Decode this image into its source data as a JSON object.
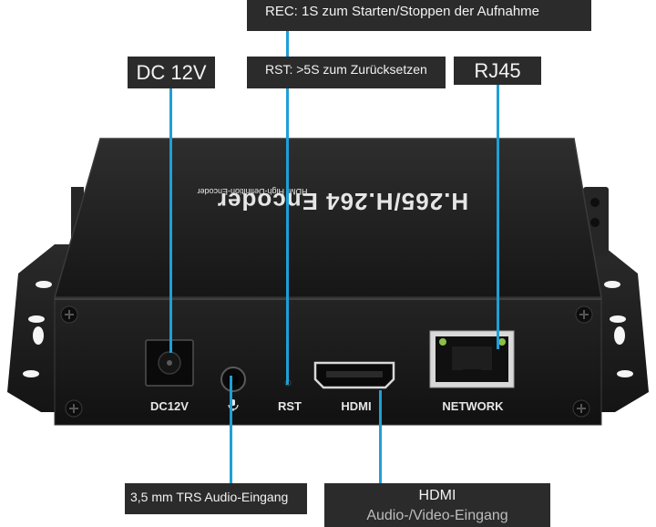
{
  "callouts": {
    "rec": "REC: 1S zum Starten/Stoppen der Aufnahme",
    "rst": "RST: >5S zum Zurücksetzen",
    "dc": "DC 12V",
    "rj45": "RJ45",
    "audio": "3,5 mm TRS Audio-Eingang",
    "hdmi_title": "HDMI",
    "hdmi_sub": "Audio-/Video-Eingang"
  },
  "device": {
    "title": "H.265/H.264 Encoder",
    "subtitle": "HDMI High-Definition-Encoder",
    "ports": {
      "dc": "DC12V",
      "rst": "RST",
      "hdmi": "HDMI",
      "network": "NETWORK"
    }
  },
  "colors": {
    "callout_line": "#1f9fd6",
    "callout_bg": "#2b2b2b",
    "device_body": "#1c1c1c"
  }
}
